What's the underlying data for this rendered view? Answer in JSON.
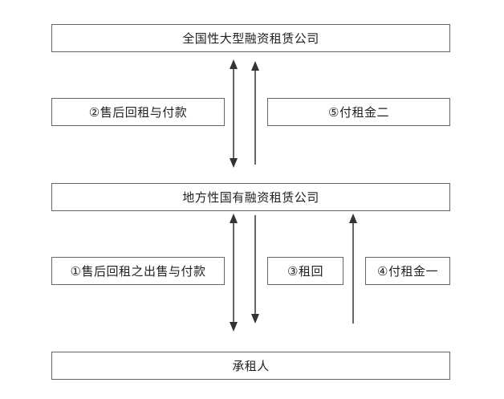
{
  "boxes": {
    "top": "全国性大型融资租赁公司",
    "middle": "地方性国有融资租赁公司",
    "bottom": "承租人"
  },
  "flows": {
    "upper_left": "②售后回租与付款",
    "upper_right": "⑤付租金二",
    "lower_left": "①售后回租之出售与付款",
    "lower_mid": "③租回",
    "lower_right": "④付租金一"
  },
  "colors": {
    "line": "#333333",
    "border": "#666666"
  }
}
